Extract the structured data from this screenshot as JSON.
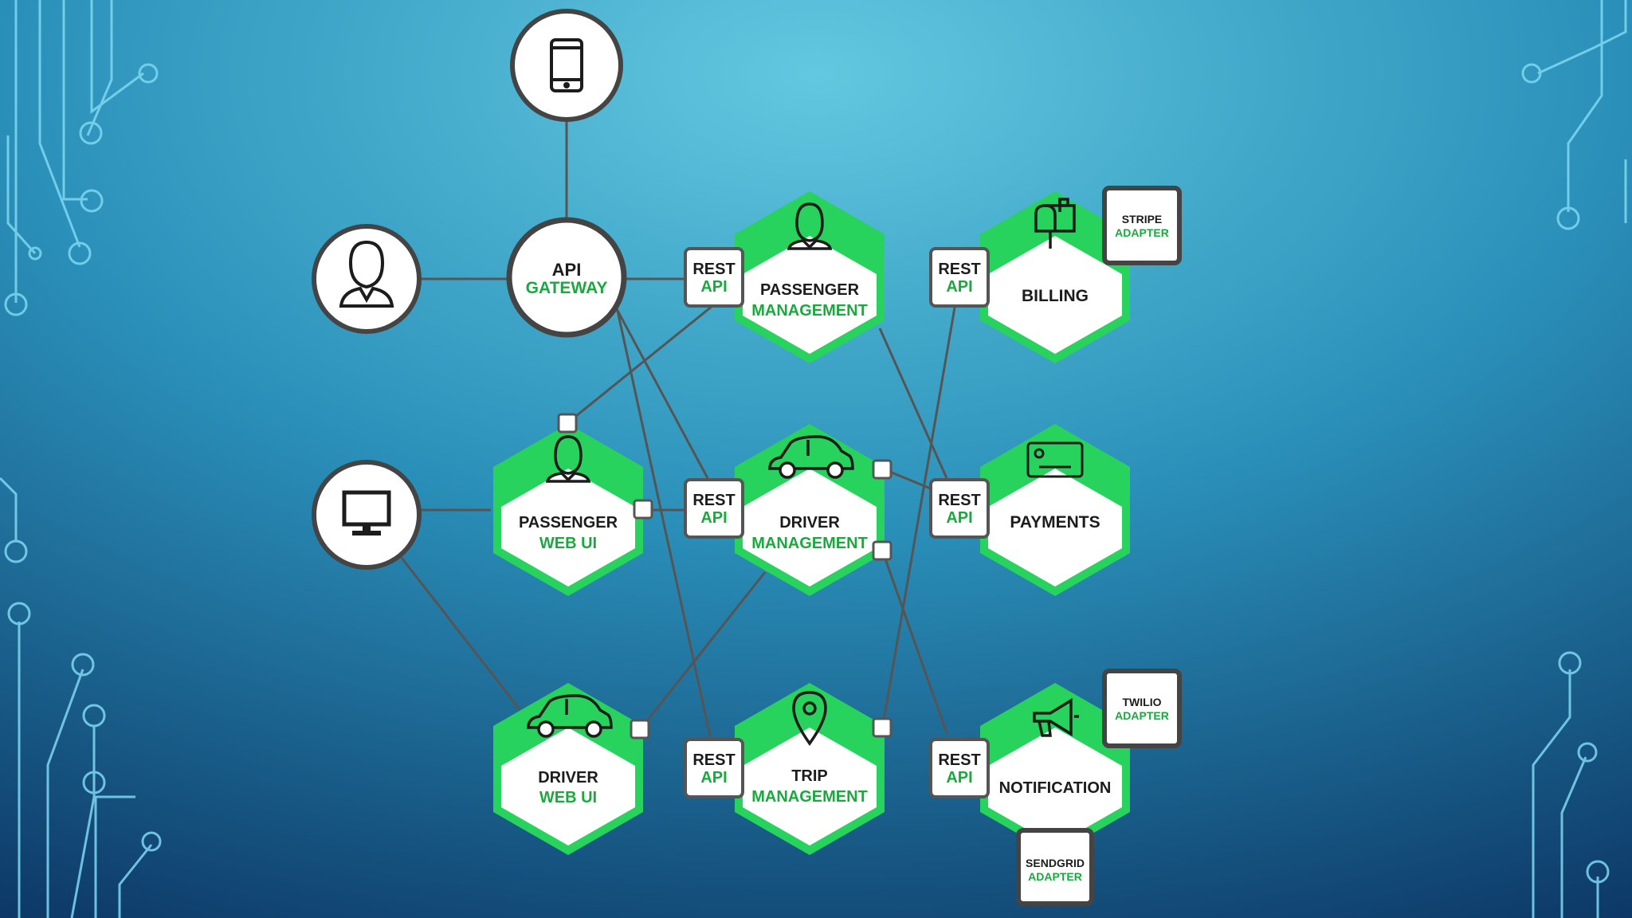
{
  "colors": {
    "bg_top": "#5ec3dc",
    "bg_mid": "#2a8fb8",
    "bg_bottom": "#0c3a6a",
    "accent_green": "#27d35c",
    "label_green": "#1aa83f",
    "dark": "#1c1c1c",
    "line": "#555555",
    "circuit": "#7fd8f2"
  },
  "clients": {
    "mobile": {
      "icon": "smartphone-icon"
    },
    "user": {
      "icon": "person-icon"
    },
    "desktop": {
      "icon": "monitor-icon"
    }
  },
  "gateway": {
    "line1": "API",
    "line2": "GATEWAY"
  },
  "rest_api": {
    "line1": "REST",
    "line2": "API"
  },
  "services": {
    "passenger_management": {
      "line1": "PASSENGER",
      "line2": "MANAGEMENT",
      "icon": "person-icon"
    },
    "billing": {
      "line1": "BILLING",
      "line2": "",
      "icon": "mailbox-icon"
    },
    "passenger_web_ui": {
      "line1": "PASSENGER",
      "line2": "WEB UI",
      "icon": "person-icon"
    },
    "driver_management": {
      "line1": "DRIVER",
      "line2": "MANAGEMENT",
      "icon": "car-icon"
    },
    "payments": {
      "line1": "PAYMENTS",
      "line2": "",
      "icon": "credit-card-icon"
    },
    "driver_web_ui": {
      "line1": "DRIVER",
      "line2": "WEB UI",
      "icon": "car-icon"
    },
    "trip_management": {
      "line1": "TRIP",
      "line2": "MANAGEMENT",
      "icon": "map-pin-icon"
    },
    "notification": {
      "line1": "NOTIFICATION",
      "line2": "",
      "icon": "megaphone-icon"
    }
  },
  "adapters": {
    "stripe": {
      "line1": "STRIPE",
      "line2": "ADAPTER"
    },
    "twilio": {
      "line1": "TWILIO",
      "line2": "ADAPTER"
    },
    "sendgrid": {
      "line1": "SENDGRID",
      "line2": "ADAPTER"
    }
  }
}
